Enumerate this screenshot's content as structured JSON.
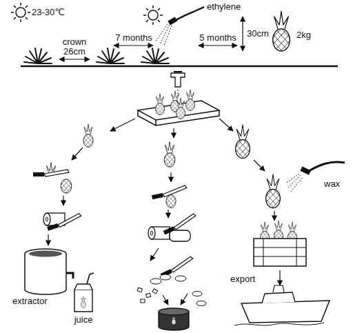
{
  "diagram": {
    "labels": [
      "23-30℃",
      "ethylene",
      "crown",
      "7 months",
      "5 months",
      "30cm",
      "2kg",
      "26cm",
      "wax",
      "export",
      "extractor",
      "juice"
    ]
  }
}
